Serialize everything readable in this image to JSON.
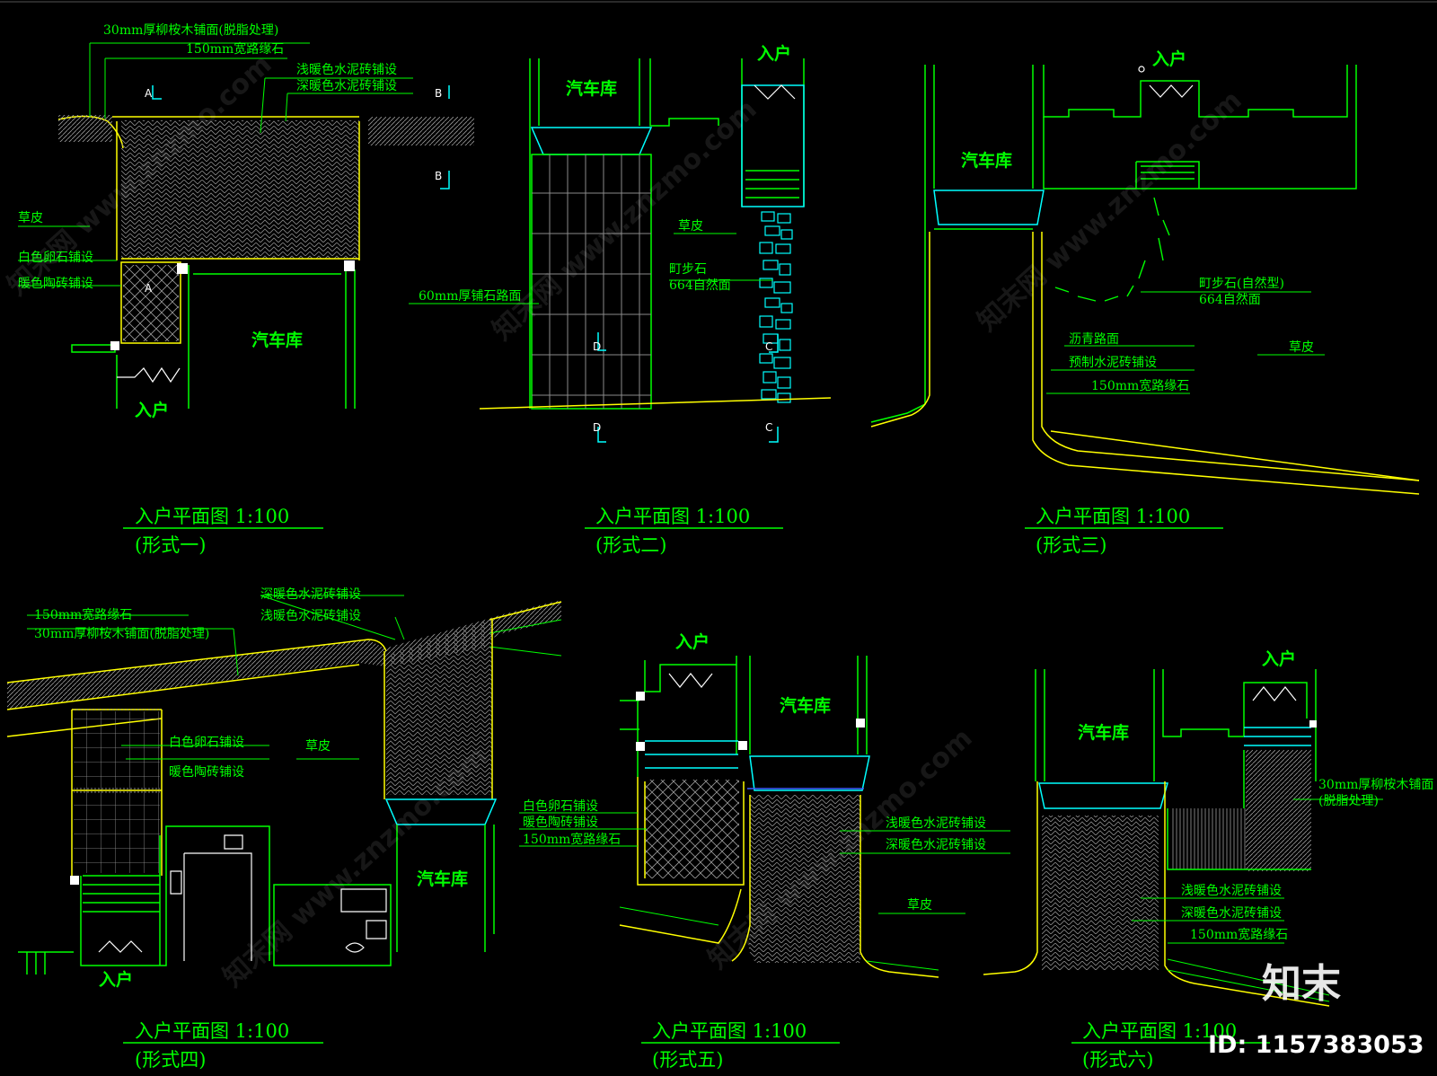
{
  "drawing": {
    "common": {
      "garage": "汽车库",
      "entrance": "入户",
      "plan_title": "入户平面图   1:100"
    },
    "panels": [
      {
        "form": "(形式一)",
        "labels": [
          "30mm厚柳桉木铺面(脱脂处理)",
          "150mm宽路缘石",
          "浅暖色水泥砖铺设",
          "深暖色水泥砖铺设",
          "草皮",
          "白色卵石铺设",
          "暖色陶砖铺设"
        ],
        "markers": [
          "A",
          "B",
          "B",
          "A"
        ]
      },
      {
        "form": "(形式二)",
        "labels": [
          "草皮",
          "町步石",
          "664自然面",
          "60mm厚铺石路面"
        ],
        "markers": [
          "D",
          "C",
          "D",
          "C"
        ]
      },
      {
        "form": "(形式三)",
        "labels": [
          "町步石(自然型)",
          "664自然面",
          "沥青路面",
          "草皮",
          "预制水泥砖铺设",
          "150mm宽路缘石"
        ]
      },
      {
        "form": "(形式四)",
        "labels": [
          "深暖色水泥砖铺设",
          "150mm宽路缘石",
          "浅暖色水泥砖铺设",
          "30mm厚柳桉木铺面(脱脂处理)",
          "白色卵石铺设",
          "草皮",
          "暖色陶砖铺设"
        ]
      },
      {
        "form": "(形式五)",
        "labels": [
          "白色卵石铺设",
          "暖色陶砖铺设",
          "150mm宽路缘石",
          "浅暖色水泥砖铺设",
          "深暖色水泥砖铺设",
          "草皮"
        ]
      },
      {
        "form": "(形式六)",
        "labels": [
          "30mm厚柳桉木铺面",
          "(脱脂处理)",
          "浅暖色水泥砖铺设",
          "深暖色水泥砖铺设",
          "150mm宽路缘石"
        ]
      }
    ]
  },
  "watermark": {
    "logo": "知末",
    "id": "ID: 1157383053",
    "text": "知末网 www.znzmo.com"
  }
}
